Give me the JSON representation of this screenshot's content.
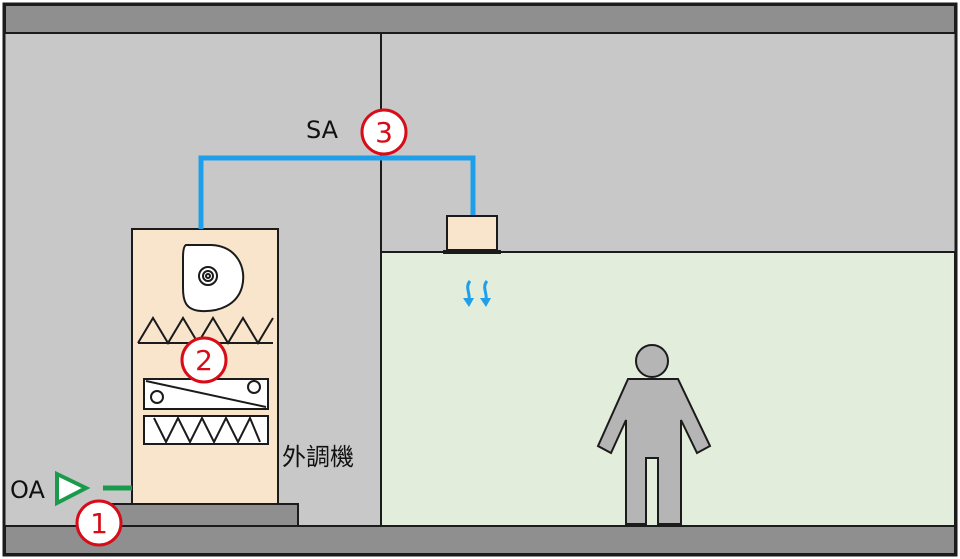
{
  "labels": {
    "sa": "SA",
    "oa": "OA",
    "unit": "外調機"
  },
  "markers": [
    {
      "number": "1"
    },
    {
      "number": "2"
    },
    {
      "number": "3"
    }
  ],
  "colors": {
    "outer_frame": "#1b1b1b",
    "slab": "#8f8f8f",
    "wall": "#c8c8c8",
    "room": "#e2eddc",
    "unit_body": "#f8e5cc",
    "duct_blue": "#1f9fea",
    "oa_green": "#1a9b4c",
    "marker_red": "#d80c18",
    "person": "#b5b5b5"
  },
  "icons": {
    "fan": "centrifugal-fan-icon",
    "filters": "filter-icons",
    "diffuser": "ceiling-diffuser-icon",
    "airflow": "airflow-arrows-icon",
    "person": "person-icon",
    "oa_damper": "oa-damper-icon"
  }
}
